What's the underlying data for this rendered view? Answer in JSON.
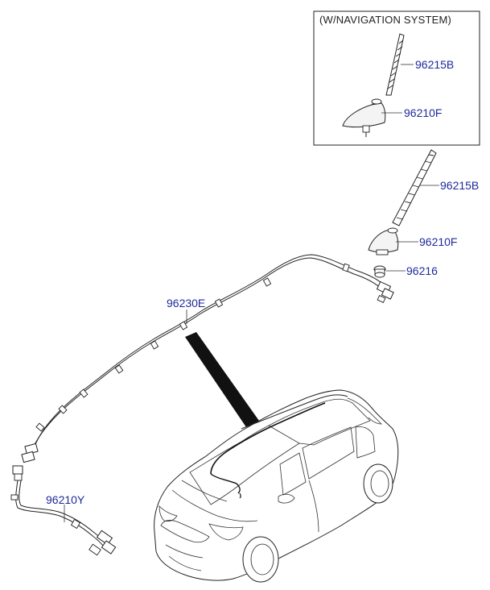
{
  "inset_box": {
    "title": "(W/NAVIGATION SYSTEM)"
  },
  "part_labels": {
    "inset_mast": "96215B",
    "inset_base": "96210F",
    "mast": "96215B",
    "base": "96210F",
    "grommet": "96216",
    "feeder_cable": "96230E",
    "extension_cable": "96210Y"
  },
  "colors": {
    "label": "#1f2a9a",
    "line": "#222222",
    "pointer": "#111111"
  }
}
